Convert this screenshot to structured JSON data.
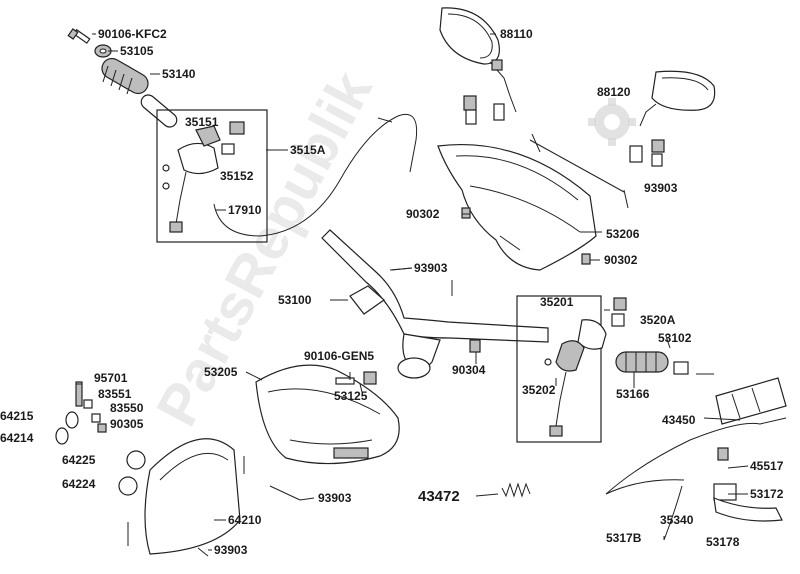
{
  "watermark": "PartsRepublik",
  "callouts": [
    "90106-KFC2",
    "53105",
    "53140",
    "35151",
    "3515A",
    "35152",
    "17910",
    "88110",
    "88120",
    "93903",
    "90302",
    "53206",
    "90302",
    "93903",
    "53100",
    "35201",
    "3520A",
    "53102",
    "90106-GEN5",
    "90304",
    "35202",
    "53166",
    "53205",
    "53125",
    "95701",
    "83551",
    "83550",
    "64215",
    "90305",
    "64214",
    "64225",
    "64224",
    "43450",
    "45517",
    "53172",
    "43472",
    "93903",
    "64210",
    "35340",
    "5317B",
    "53178",
    "93903"
  ]
}
